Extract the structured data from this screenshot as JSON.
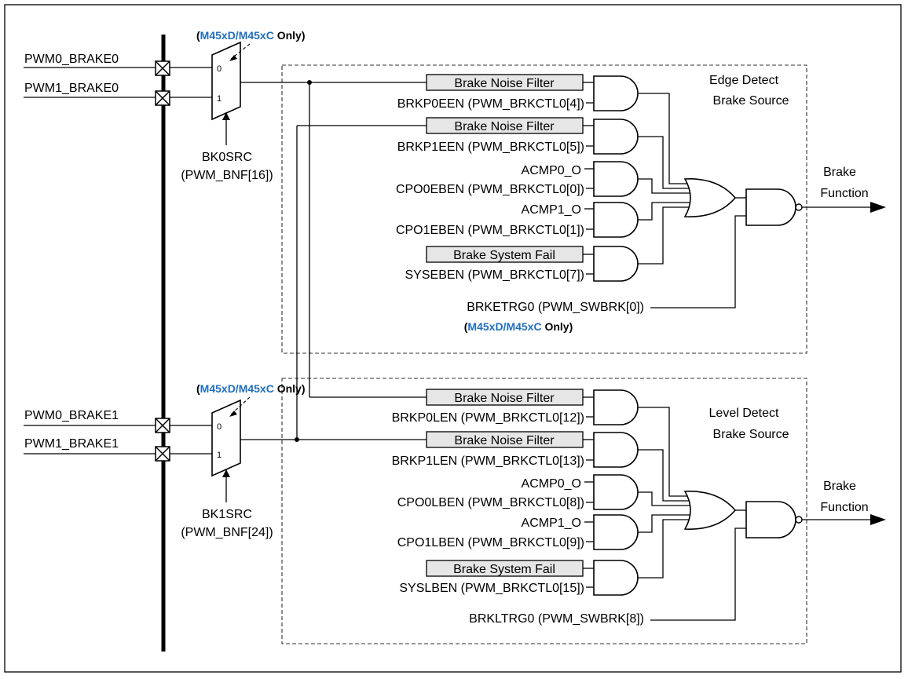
{
  "edge": {
    "note": {
      "pre": "(",
      "blue": "M45xD/M45xC",
      "post": " Only)"
    },
    "pin0": "PWM0_BRAKE0",
    "pin1": "PWM1_BRAKE0",
    "mux_in0": "0",
    "mux_in1": "1",
    "sel_line1": "BK0SRC",
    "sel_line2": "(PWM_BNF[16])",
    "filter1": "Brake Noise Filter",
    "en1": "BRKP0EEN (PWM_BRKCTL0[4])",
    "filter2": "Brake Noise Filter",
    "en2": "BRKP1EEN (PWM_BRKCTL0[5])",
    "acmp0": "ACMP0_O",
    "en3": "CPO0EBEN (PWM_BRKCTL0[0])",
    "acmp1": "ACMP1_O",
    "en4": "CPO1EBEN (PWM_BRKCTL0[1])",
    "sysfail": "Brake System Fail",
    "en5": "SYSEBEN (PWM_BRKCTL0[7])",
    "trg": "BRKETRG0 (PWM_SWBRK[0])",
    "trg_note": {
      "pre": "(",
      "blue": "M45xD/M45xC",
      "post": " Only)"
    },
    "region1": "Edge Detect",
    "region2": "Brake Source",
    "out1": "Brake",
    "out2": "Function"
  },
  "level": {
    "note": {
      "pre": "(",
      "blue": "M45xD/M45xC",
      "post": " Only)"
    },
    "pin0": "PWM0_BRAKE1",
    "pin1": "PWM1_BRAKE1",
    "mux_in0": "0",
    "mux_in1": "1",
    "sel_line1": "BK1SRC",
    "sel_line2": "(PWM_BNF[24])",
    "filter1": "Brake Noise Filter",
    "en1": "BRKP0LEN (PWM_BRKCTL0[12])",
    "filter2": "Brake Noise Filter",
    "en2": "BRKP1LEN (PWM_BRKCTL0[13])",
    "acmp0": "ACMP0_O",
    "en3": "CPO0LBEN (PWM_BRKCTL0[8])",
    "acmp1": "ACMP1_O",
    "en4": "CPO1LBEN (PWM_BRKCTL0[9])",
    "sysfail": "Brake System Fail",
    "en5": "SYSLBEN (PWM_BRKCTL0[15])",
    "trg": "BRKLTRG0 (PWM_SWBRK[8])",
    "region1": "Level Detect",
    "region2": "Brake Source",
    "out1": "Brake",
    "out2": "Function"
  },
  "colors": {
    "accent": "#1f6fbf"
  }
}
